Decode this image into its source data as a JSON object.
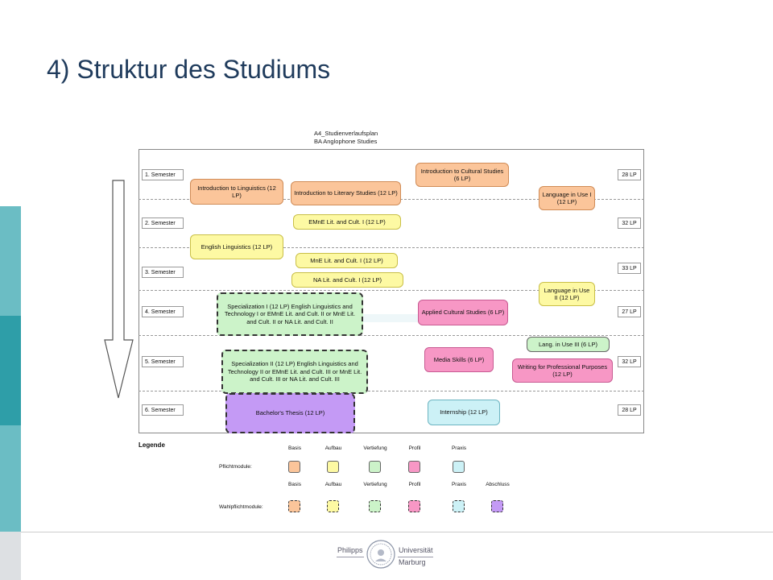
{
  "title": "4) Struktur des Studiums",
  "caption": {
    "line1": "A4_Studienverlaufsplan",
    "line2": "BA Anglophone Studies"
  },
  "colors": {
    "title": "#1f3b5c",
    "sidebar_light": "#6bbdc4",
    "sidebar_dark": "#2e9ea8",
    "basis": "#fbc59a",
    "aufbau": "#fdf9a3",
    "vertiefung": "#ccf3c9",
    "profil": "#f797c5",
    "praxis": "#ccf1f6",
    "abschluss": "#c49af5"
  },
  "semesters": [
    {
      "label": "1. Semester",
      "lp": "28 LP"
    },
    {
      "label": "2. Semester",
      "lp": "32 LP"
    },
    {
      "label": "3. Semester",
      "lp": "33 LP"
    },
    {
      "label": "4. Semester",
      "lp": "27 LP"
    },
    {
      "label": "5. Semester",
      "lp": "32 LP"
    },
    {
      "label": "6. Semester",
      "lp": "28 LP"
    }
  ],
  "modules": {
    "intro_ling": "Introduction to Linguistics (12 LP)",
    "intro_lit": "Introduction to Literary Studies (12 LP)",
    "intro_cult": "Introduction to Cultural Studies (6 LP)",
    "lang_use_1": "Language in Use I (12 LP)",
    "emne_lit": "EMnE Lit. and Cult. I (12 LP)",
    "eng_ling": "English Linguistics (12 LP)",
    "mne_lit": "MnE Lit. and Cult. I (12 LP)",
    "na_lit": "NA Lit. and Cult. I (12 LP)",
    "lang_use_2": "Language in Use II (12 LP)",
    "spec_1": "Specialization I (12 LP) English Linguistics and Technology I or EMnE Lit. and Cult. II or MnE Lit. and Cult. II or NA Lit. and Cult. II",
    "applied_cult": "Applied Cultural Studies (6 LP)",
    "lang_use_3": "Lang. in Use III (6 LP)",
    "spec_2": "Specialization II (12 LP) English Linguistics and Technology II or EMnE Lit. and Cult. III or MnE Lit. and Cult. III or NA Lit. and Cult. III",
    "media_skills": "Media Skills (6 LP)",
    "writing": "Writing for Professional Purposes (12 LP)",
    "thesis": "Bachelor's Thesis (12 LP)",
    "internship": "Internship (12 LP)"
  },
  "legend": {
    "title": "Legende",
    "pflicht_label": "Pflichtmodule:",
    "wahl_label": "Wahlpflichtmodule:",
    "basis": "Basis",
    "aufbau": "Aufbau",
    "vertiefung": "Vertiefung",
    "profil": "Profil",
    "praxis": "Praxis",
    "abschluss": "Abschluss"
  },
  "logo": {
    "left": "Philipps",
    "right1": "Universität",
    "right2": "Marburg"
  }
}
